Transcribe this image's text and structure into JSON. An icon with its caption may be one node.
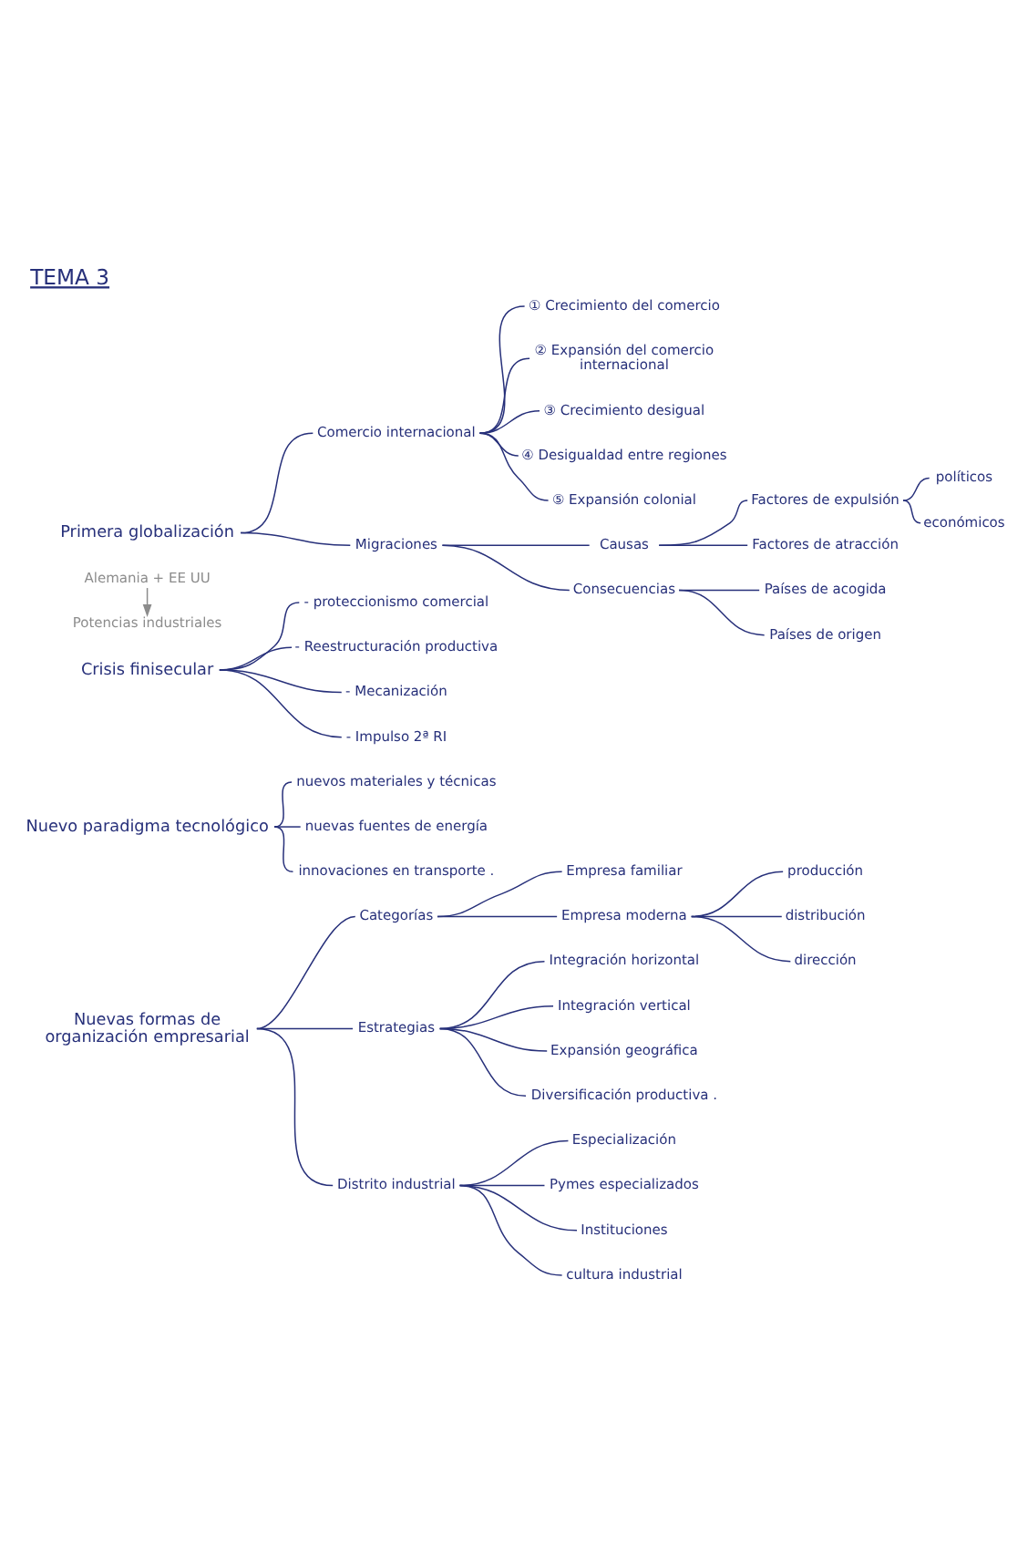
{
  "diagram": {
    "title": "TEMA 3",
    "nodes": [
      {
        "text": [
          "Primera globalización"
        ]
      },
      {
        "text": [
          "Alemania + EE UU"
        ]
      },
      {
        "text": [
          "Potencias industriales"
        ]
      },
      {
        "text": [
          "Comercio internacional"
        ]
      },
      {
        "text": [
          "① Crecimiento del comercio"
        ]
      },
      {
        "text": [
          "② Expansión del comercio internacional"
        ]
      },
      {
        "text": [
          "③ Crecimiento desigual"
        ]
      },
      {
        "text": [
          "④ Desigualdad entre regiones"
        ]
      },
      {
        "text": [
          "⑤ Expansión colonial"
        ]
      },
      {
        "text": [
          "Migraciones"
        ]
      },
      {
        "text": [
          "Causas"
        ]
      },
      {
        "text": [
          "Factores de expulsión"
        ]
      },
      {
        "text": [
          "políticos"
        ]
      },
      {
        "text": [
          "económicos"
        ]
      },
      {
        "text": [
          "Factores de atracción"
        ]
      },
      {
        "text": [
          "Consecuencias"
        ]
      },
      {
        "text": [
          "Países de acogida"
        ]
      },
      {
        "text": [
          "Países de origen"
        ]
      },
      {
        "text": [
          "Crisis finisecular"
        ]
      },
      {
        "text": [
          "- proteccionismo comercial"
        ]
      },
      {
        "text": [
          "- Reestructuración productiva"
        ]
      },
      {
        "text": [
          "- Mecanización"
        ]
      },
      {
        "text": [
          "- Impulso 2ª RI"
        ]
      },
      {
        "text": [
          "Nuevo paradigma tecnológico"
        ]
      },
      {
        "text": [
          "nuevos materiales y técnicas"
        ]
      },
      {
        "text": [
          "nuevas fuentes de energía"
        ]
      },
      {
        "text": [
          "innovaciones en transporte ."
        ]
      },
      {
        "text": [
          "Nuevas formas de organización empresarial"
        ]
      },
      {
        "text": [
          "Categorías"
        ]
      },
      {
        "text": [
          "Empresa familiar"
        ]
      },
      {
        "text": [
          "Empresa moderna"
        ]
      },
      {
        "text": [
          "producción"
        ]
      },
      {
        "text": [
          "distribución"
        ]
      },
      {
        "text": [
          "dirección"
        ]
      },
      {
        "text": [
          "Estrategias"
        ]
      },
      {
        "text": [
          "Integración horizontal"
        ]
      },
      {
        "text": [
          "Integración vertical"
        ]
      },
      {
        "text": [
          "Expansión geográfica"
        ]
      },
      {
        "text": [
          "Diversificación productiva ."
        ]
      },
      {
        "text": [
          "Distrito industrial"
        ]
      },
      {
        "text": [
          "Especialización"
        ]
      },
      {
        "text": [
          "Pymes especializados"
        ]
      },
      {
        "text": [
          "Instituciones"
        ]
      },
      {
        "text": [
          "cultura industrial"
        ]
      }
    ],
    "edges": [
      {
        "from": 1,
        "to": 2,
        "arrow": "to",
        "color": "#8c8c8c"
      },
      {
        "from": 0,
        "to": 3,
        "arrow": "none"
      },
      {
        "from": 0,
        "to": 9,
        "arrow": "none"
      },
      {
        "from": 3,
        "to": 4,
        "arrow": "none"
      },
      {
        "from": 3,
        "to": 5,
        "arrow": "none"
      },
      {
        "from": 3,
        "to": 6,
        "arrow": "none"
      },
      {
        "from": 3,
        "to": 7,
        "arrow": "none"
      },
      {
        "from": 3,
        "to": 8,
        "arrow": "none"
      },
      {
        "from": 9,
        "to": 10,
        "arrow": "none"
      },
      {
        "from": 9,
        "to": 15,
        "arrow": "none"
      },
      {
        "from": 10,
        "to": 11,
        "arrow": "none"
      },
      {
        "from": 10,
        "to": 14,
        "arrow": "none"
      },
      {
        "from": 11,
        "to": 12,
        "arrow": "none"
      },
      {
        "from": 11,
        "to": 13,
        "arrow": "none"
      },
      {
        "from": 15,
        "to": 16,
        "arrow": "none"
      },
      {
        "from": 15,
        "to": 17,
        "arrow": "none"
      },
      {
        "from": 18,
        "to": 19,
        "arrow": "none"
      },
      {
        "from": 18,
        "to": 20,
        "arrow": "none"
      },
      {
        "from": 18,
        "to": 21,
        "arrow": "none"
      },
      {
        "from": 18,
        "to": 22,
        "arrow": "none"
      },
      {
        "from": 23,
        "to": 24,
        "arrow": "none"
      },
      {
        "from": 23,
        "to": 25,
        "arrow": "none"
      },
      {
        "from": 23,
        "to": 26,
        "arrow": "none"
      },
      {
        "from": 27,
        "to": 28,
        "arrow": "none"
      },
      {
        "from": 27,
        "to": 34,
        "arrow": "none"
      },
      {
        "from": 27,
        "to": 39,
        "arrow": "none"
      },
      {
        "from": 28,
        "to": 29,
        "arrow": "none"
      },
      {
        "from": 28,
        "to": 30,
        "arrow": "none"
      },
      {
        "from": 30,
        "to": 31,
        "arrow": "none"
      },
      {
        "from": 30,
        "to": 32,
        "arrow": "none"
      },
      {
        "from": 30,
        "to": 33,
        "arrow": "none"
      },
      {
        "from": 34,
        "to": 35,
        "arrow": "none"
      },
      {
        "from": 34,
        "to": 36,
        "arrow": "none"
      },
      {
        "from": 34,
        "to": 37,
        "arrow": "none"
      },
      {
        "from": 34,
        "to": 38,
        "arrow": "none"
      },
      {
        "from": 39,
        "to": 40,
        "arrow": "none"
      },
      {
        "from": 39,
        "to": 41,
        "arrow": "none"
      },
      {
        "from": 39,
        "to": 42,
        "arrow": "none"
      },
      {
        "from": 39,
        "to": 43,
        "arrow": "none"
      }
    ]
  }
}
